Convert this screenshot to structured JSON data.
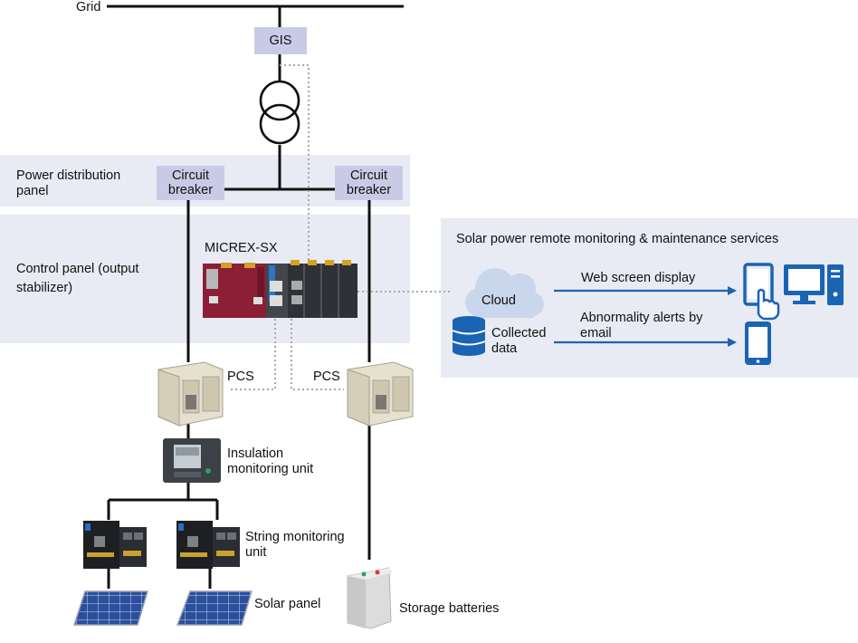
{
  "labels": {
    "grid": "Grid",
    "gis": "GIS",
    "power_distribution_panel": "Power distribution panel",
    "control_panel": "Control panel (output stabilizer)",
    "circuit_breaker_left": "Circuit breaker",
    "circuit_breaker_right": "Circuit breaker",
    "micrex": "MICREX-SX",
    "pcs_left": "PCS",
    "pcs_right": "PCS",
    "insulation_monitoring_unit": "Insulation monitoring unit",
    "string_monitoring_unit": "String monitoring unit",
    "solar_panel": "Solar panel",
    "storage_batteries": "Storage batteries"
  },
  "services": {
    "title": "Solar power remote monitoring & maintenance services",
    "cloud": "Cloud",
    "collected_data": "Collected data",
    "web_screen_display": "Web screen display",
    "abnormality_alerts": "Abnormality alerts by email"
  },
  "colors": {
    "band": "#e9ebf4",
    "label_box": "#c9cbe6",
    "accent_blue": "#1a64b4",
    "cloud": "#c9d6ec",
    "plc_red": "#8c1e36",
    "plc_dark": "#2e3136",
    "dotted_line": "#a8a8a8"
  },
  "icons": [
    "transformer-icon",
    "plc-icon",
    "pcs-icon",
    "monitoring-unit-icon",
    "string-unit-icon",
    "solar-panel-icon",
    "battery-icon",
    "cloud-icon",
    "database-icon",
    "tablet-icon",
    "pointer-hand-icon",
    "desktop-icon",
    "smartphone-icon"
  ]
}
